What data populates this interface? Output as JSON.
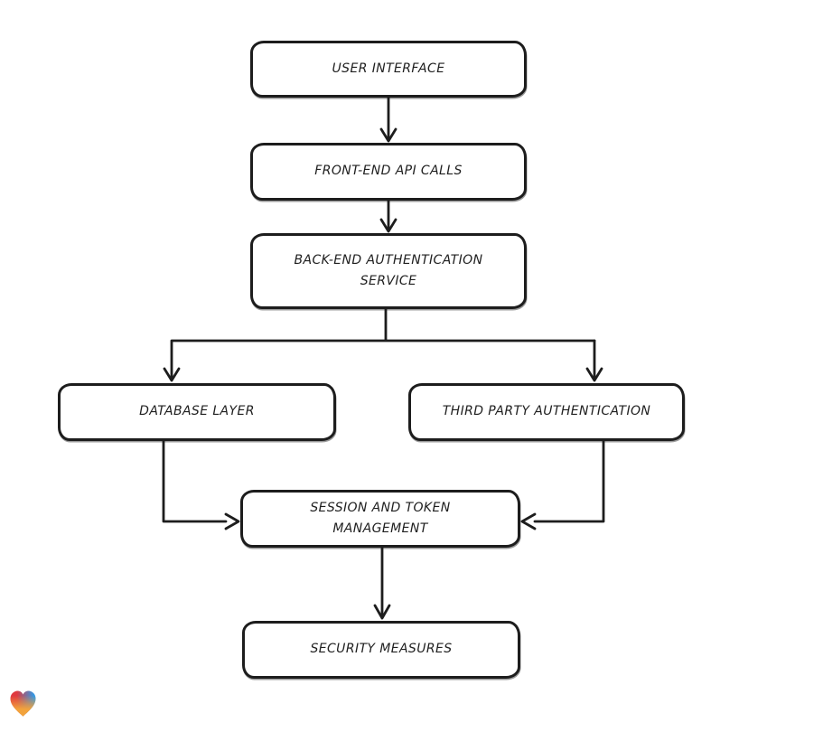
{
  "diagram": {
    "stroke_color": "#1d1d1d",
    "node_fill": "#ffffff",
    "background": "#ffffff",
    "nodes": [
      {
        "id": "user-interface",
        "label": "USER INTERFACE"
      },
      {
        "id": "front-end-api-calls",
        "label": "FRONT-END API CALLS"
      },
      {
        "id": "back-end-authentication-service",
        "label": "BACK-END AUTHENTICATION\nSERVICE"
      },
      {
        "id": "database-layer",
        "label": "DATABASE LAYER"
      },
      {
        "id": "third-party-authentication",
        "label": "THIRD PARTY AUTHENTICATION"
      },
      {
        "id": "session-and-token-management",
        "label": "SESSION AND TOKEN\nMANAGEMENT"
      },
      {
        "id": "security-measures",
        "label": "SECURITY MEASURES"
      }
    ],
    "edges": [
      {
        "from": "user-interface",
        "to": "front-end-api-calls"
      },
      {
        "from": "front-end-api-calls",
        "to": "back-end-authentication-service"
      },
      {
        "from": "back-end-authentication-service",
        "to": "database-layer"
      },
      {
        "from": "back-end-authentication-service",
        "to": "third-party-authentication"
      },
      {
        "from": "database-layer",
        "to": "session-and-token-management"
      },
      {
        "from": "third-party-authentication",
        "to": "session-and-token-management"
      },
      {
        "from": "session-and-token-management",
        "to": "security-measures"
      }
    ]
  },
  "branding": {
    "logo": "heart-logo",
    "heart_colors": [
      "#e0393f",
      "#2d9bea",
      "#f2a33c"
    ]
  }
}
